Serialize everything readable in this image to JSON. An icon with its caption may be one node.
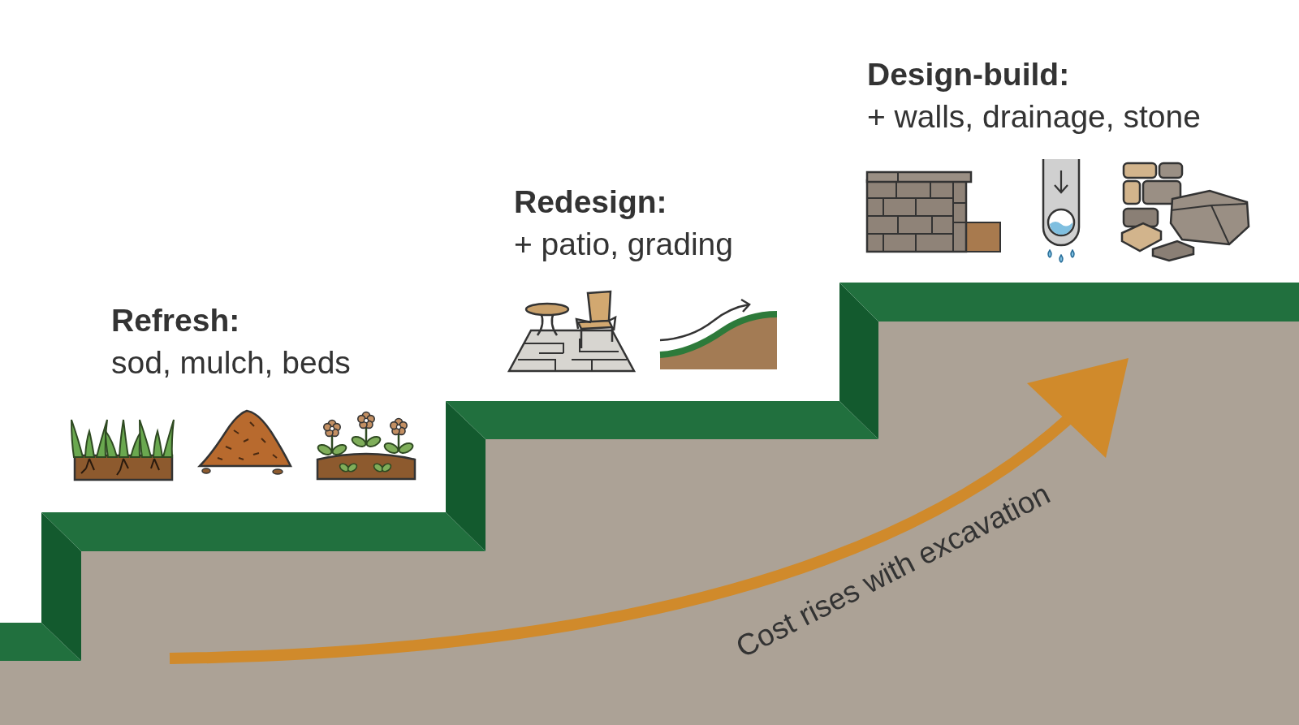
{
  "diagram": {
    "labels": [
      "Refresh:",
      "sod, mulch, beds",
      "Redesign:",
      "+ patio, grading",
      "Design-build:",
      "+ walls, drainage, stone",
      "Cost rises with excavation"
    ]
  }
}
